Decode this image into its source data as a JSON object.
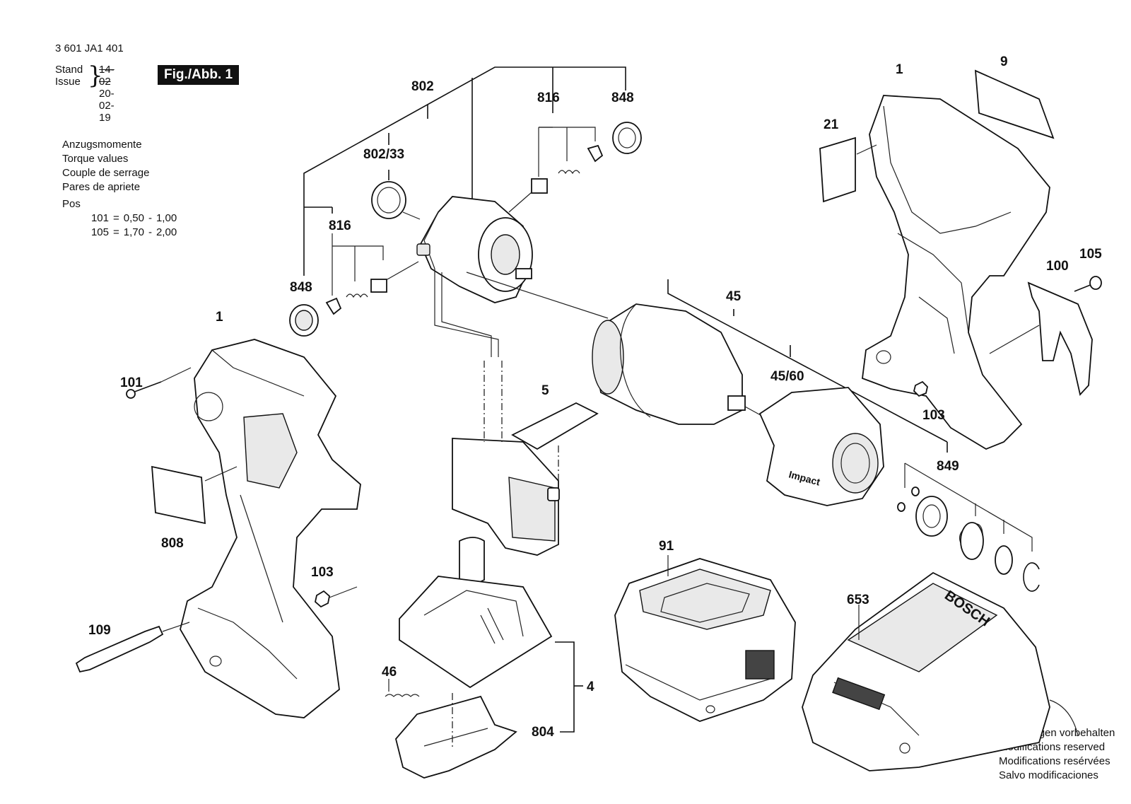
{
  "header": {
    "doc_number": "3 601 JA1 401",
    "stand_label": "Stand",
    "issue_label": "Issue",
    "old_date": "14-02",
    "new_date": "20-02-19",
    "figure_badge": "Fig./Abb. 1"
  },
  "torque": {
    "lines": [
      "Anzugsmomente",
      "Torque values",
      "Couple de serrage",
      "Pares de apriete"
    ],
    "pos_label": "Pos",
    "rows": [
      {
        "pos": "101",
        "eq": "=",
        "min": "0,50",
        "dash": "-",
        "max": "1,00"
      },
      {
        "pos": "105",
        "eq": "=",
        "min": "1,70",
        "dash": "-",
        "max": "2,00"
      }
    ]
  },
  "modifications": [
    "Änderungen vorbehalten",
    "Modifications reserved",
    "Modifications resérvées",
    "Salvo modificaciones"
  ],
  "parts": {
    "p802": "802",
    "p816a": "816",
    "p848a": "848",
    "p802_33": "802/33",
    "p816b": "816",
    "p848b": "848",
    "p1a": "1",
    "p101": "101",
    "p808": "808",
    "p103a": "103",
    "p109": "109",
    "p5": "5",
    "p45": "45",
    "p45_60": "45/60",
    "p849": "849",
    "p1b": "1",
    "p9": "9",
    "p21": "21",
    "p105": "105",
    "p100": "100",
    "p103b": "103",
    "p91": "91",
    "p653": "653",
    "p46": "46",
    "p804": "804",
    "p4": "4"
  },
  "product_text": {
    "brand": "BOSCH",
    "housing_label": "Impact"
  },
  "colors": {
    "ink": "#111111",
    "badge_bg": "#111111",
    "badge_text": "#ffffff"
  }
}
